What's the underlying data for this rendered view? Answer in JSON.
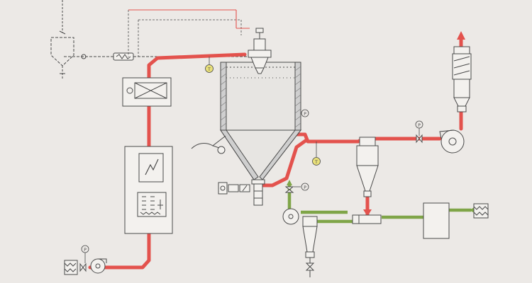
{
  "colors": {
    "background": "#ece9e6",
    "line": "#4a4a4a",
    "hot_air_pipe": "#e3524d",
    "cooling_air_pipe": "#7fa548",
    "gauge_fill": "#e9e07a",
    "vessel_wall": "#cfcfcf",
    "equipment_fill": "#f3f1ee"
  },
  "gauge_labels": {
    "t_inlet": "T",
    "t_outlet": "T",
    "p_chamber": "P",
    "p_fan": "P",
    "p_inlet_fan": "P",
    "p_cooling": "P"
  },
  "icons": [
    "arrow-up-icon",
    "filter-icon",
    "fan-icon",
    "heater-icon",
    "valve-icon",
    "motor-icon"
  ]
}
